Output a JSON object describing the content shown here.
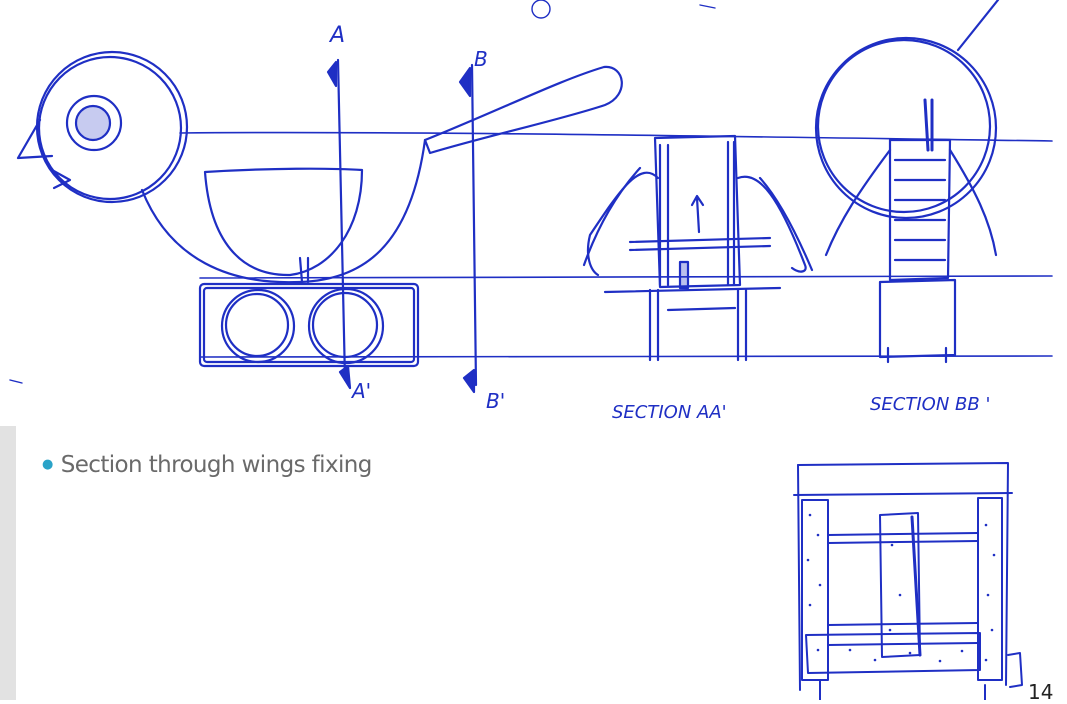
{
  "sketch": {
    "cut_a": "A",
    "cut_a_prime": "A'",
    "cut_b": "B",
    "cut_b_prime": "B'",
    "section_aa_label": "SECTION AA'",
    "section_bb_label": "SECTION BB '"
  },
  "slide": {
    "bullet_text": "Section through wings fixing",
    "page_number": "14"
  },
  "colors": {
    "ink": "#1f2fc4",
    "bullet": "#2aa3c8",
    "side_band": "#e2e2e2"
  }
}
